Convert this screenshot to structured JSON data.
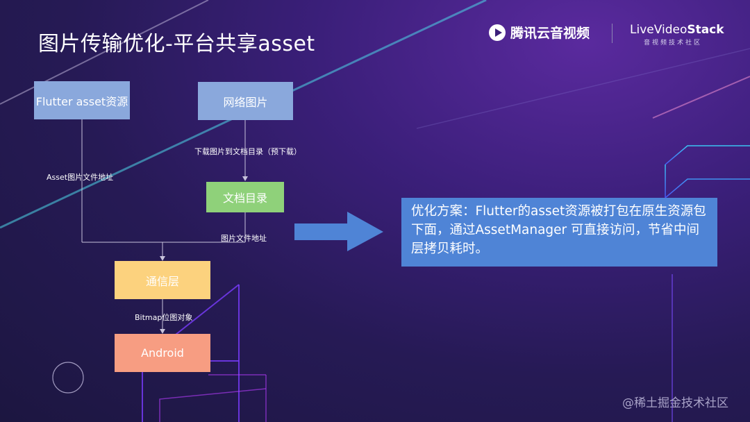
{
  "slide": {
    "title": "图片传输优化-平台共享asset"
  },
  "logos": {
    "tencent_text": "腾讯云音视频",
    "lvs_prefix": "LiveVideo",
    "lvs_bold": "Stack",
    "lvs_tagline": "音视频技术社区"
  },
  "diagram": {
    "nodes": {
      "flutter_asset": "Flutter asset资源",
      "network_image": "网络图片",
      "doc_dir": "文档目录",
      "comm_layer": "通信层",
      "android": "Android"
    },
    "edges": {
      "download": "下载图片到文档目录（预下载）",
      "asset_path": "Asset图片文件地址",
      "file_path": "图片文件地址",
      "bitmap": "Bitmap位图对象"
    }
  },
  "callout": {
    "text": "优化方案：Flutter的asset资源被打包在原生资源包下面，通过AssetManager 可直接访问，节省中间层拷贝耗时。"
  },
  "watermark": "@稀土掘金技术社区"
}
